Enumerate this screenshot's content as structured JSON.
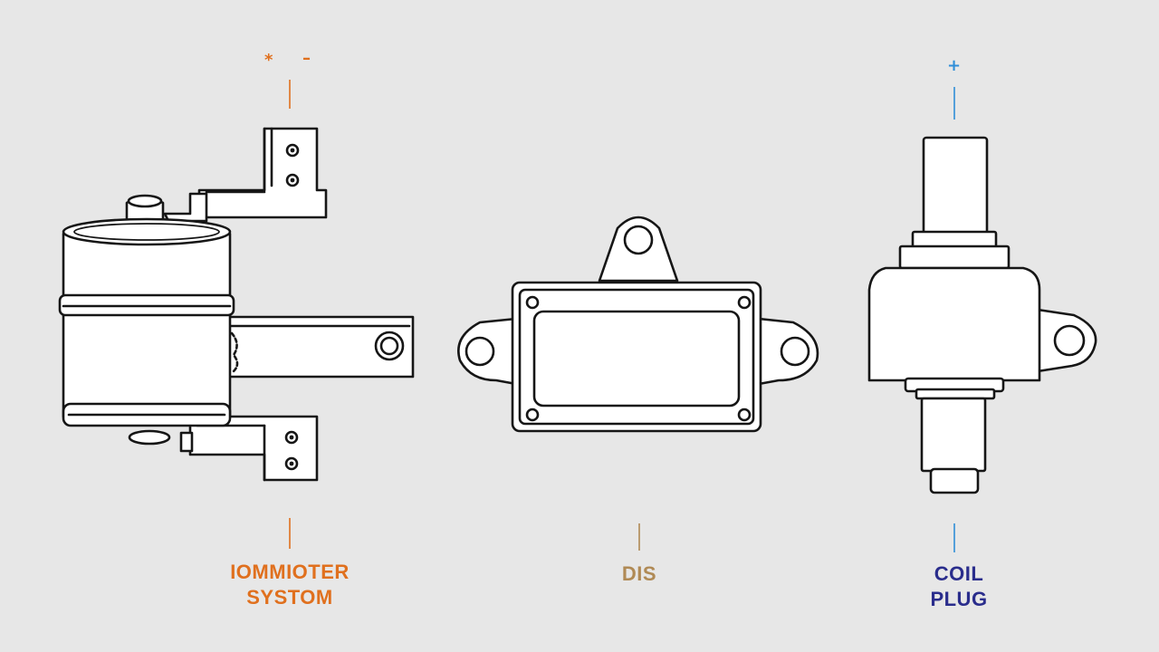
{
  "components": [
    {
      "id": "ignition-system",
      "label_lines": [
        "IOMMIOTER",
        "SYSTOM"
      ],
      "label_color": "#e0701e",
      "terminals": [
        "*",
        "–"
      ],
      "terminal_color": "#e0701e"
    },
    {
      "id": "dis",
      "label_lines": [
        "DIS"
      ],
      "label_color": "#b08a55",
      "terminals": [],
      "terminal_color": ""
    },
    {
      "id": "coil-plug",
      "label_lines": [
        "COIL",
        "PLUG"
      ],
      "label_color": "#2a2d8c",
      "terminals": [
        "+"
      ],
      "terminal_color": "#2f8ed8"
    }
  ],
  "colors": {
    "background": "#e7e7e7",
    "outline": "#161616",
    "leader_orange": "#e0701e",
    "leader_tan": "#b08a55",
    "leader_blue": "#2f8ed8"
  }
}
